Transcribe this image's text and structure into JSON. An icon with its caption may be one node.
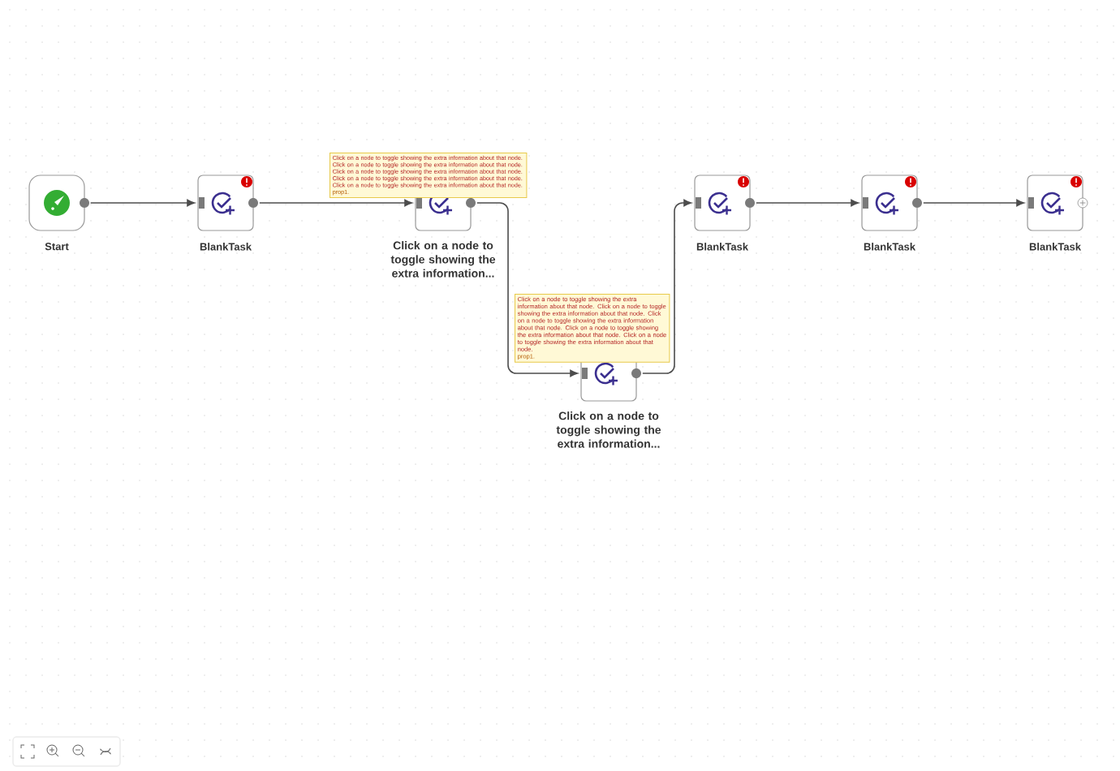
{
  "diagram": {
    "nodes": [
      {
        "text": [
          "Start"
        ]
      },
      {
        "text": [
          "BlankTask"
        ]
      },
      {
        "text": [
          "Click on a node to toggle showing the extra information..."
        ]
      },
      {
        "text": [
          "Click on a node to toggle showing the extra information about that node. Click on a node to toggle showing the extra information about that node. Click on a node to toggle showing the extra information about that node. Click on a node to toggle showing the extra information about that node. Click on a node to toggle showing the extra information about that node.",
          "prop1."
        ]
      },
      {
        "text": [
          "Click on a node to toggle showing the extra information..."
        ]
      },
      {
        "text": [
          "Click on a node to toggle showing the extra information about that node. Click on a node to toggle showing the extra information about that node. Click on a node to toggle showing the extra information about that node. Click on a node to toggle showing the extra information about that node. Click on a node to toggle showing the extra information about that node.",
          "prop1."
        ]
      },
      {
        "text": [
          "BlankTask"
        ]
      },
      {
        "text": [
          "BlankTask"
        ]
      },
      {
        "text": [
          "BlankTask"
        ]
      }
    ],
    "edges": [
      {
        "from": 0,
        "to": 1,
        "arrow": "to"
      },
      {
        "from": 1,
        "to": 2,
        "arrow": "to"
      },
      {
        "from": 2,
        "to": 4,
        "arrow": "to"
      },
      {
        "from": 4,
        "to": 6,
        "arrow": "to"
      },
      {
        "from": 6,
        "to": 7,
        "arrow": "to"
      },
      {
        "from": 7,
        "to": 8,
        "arrow": "to"
      }
    ]
  }
}
